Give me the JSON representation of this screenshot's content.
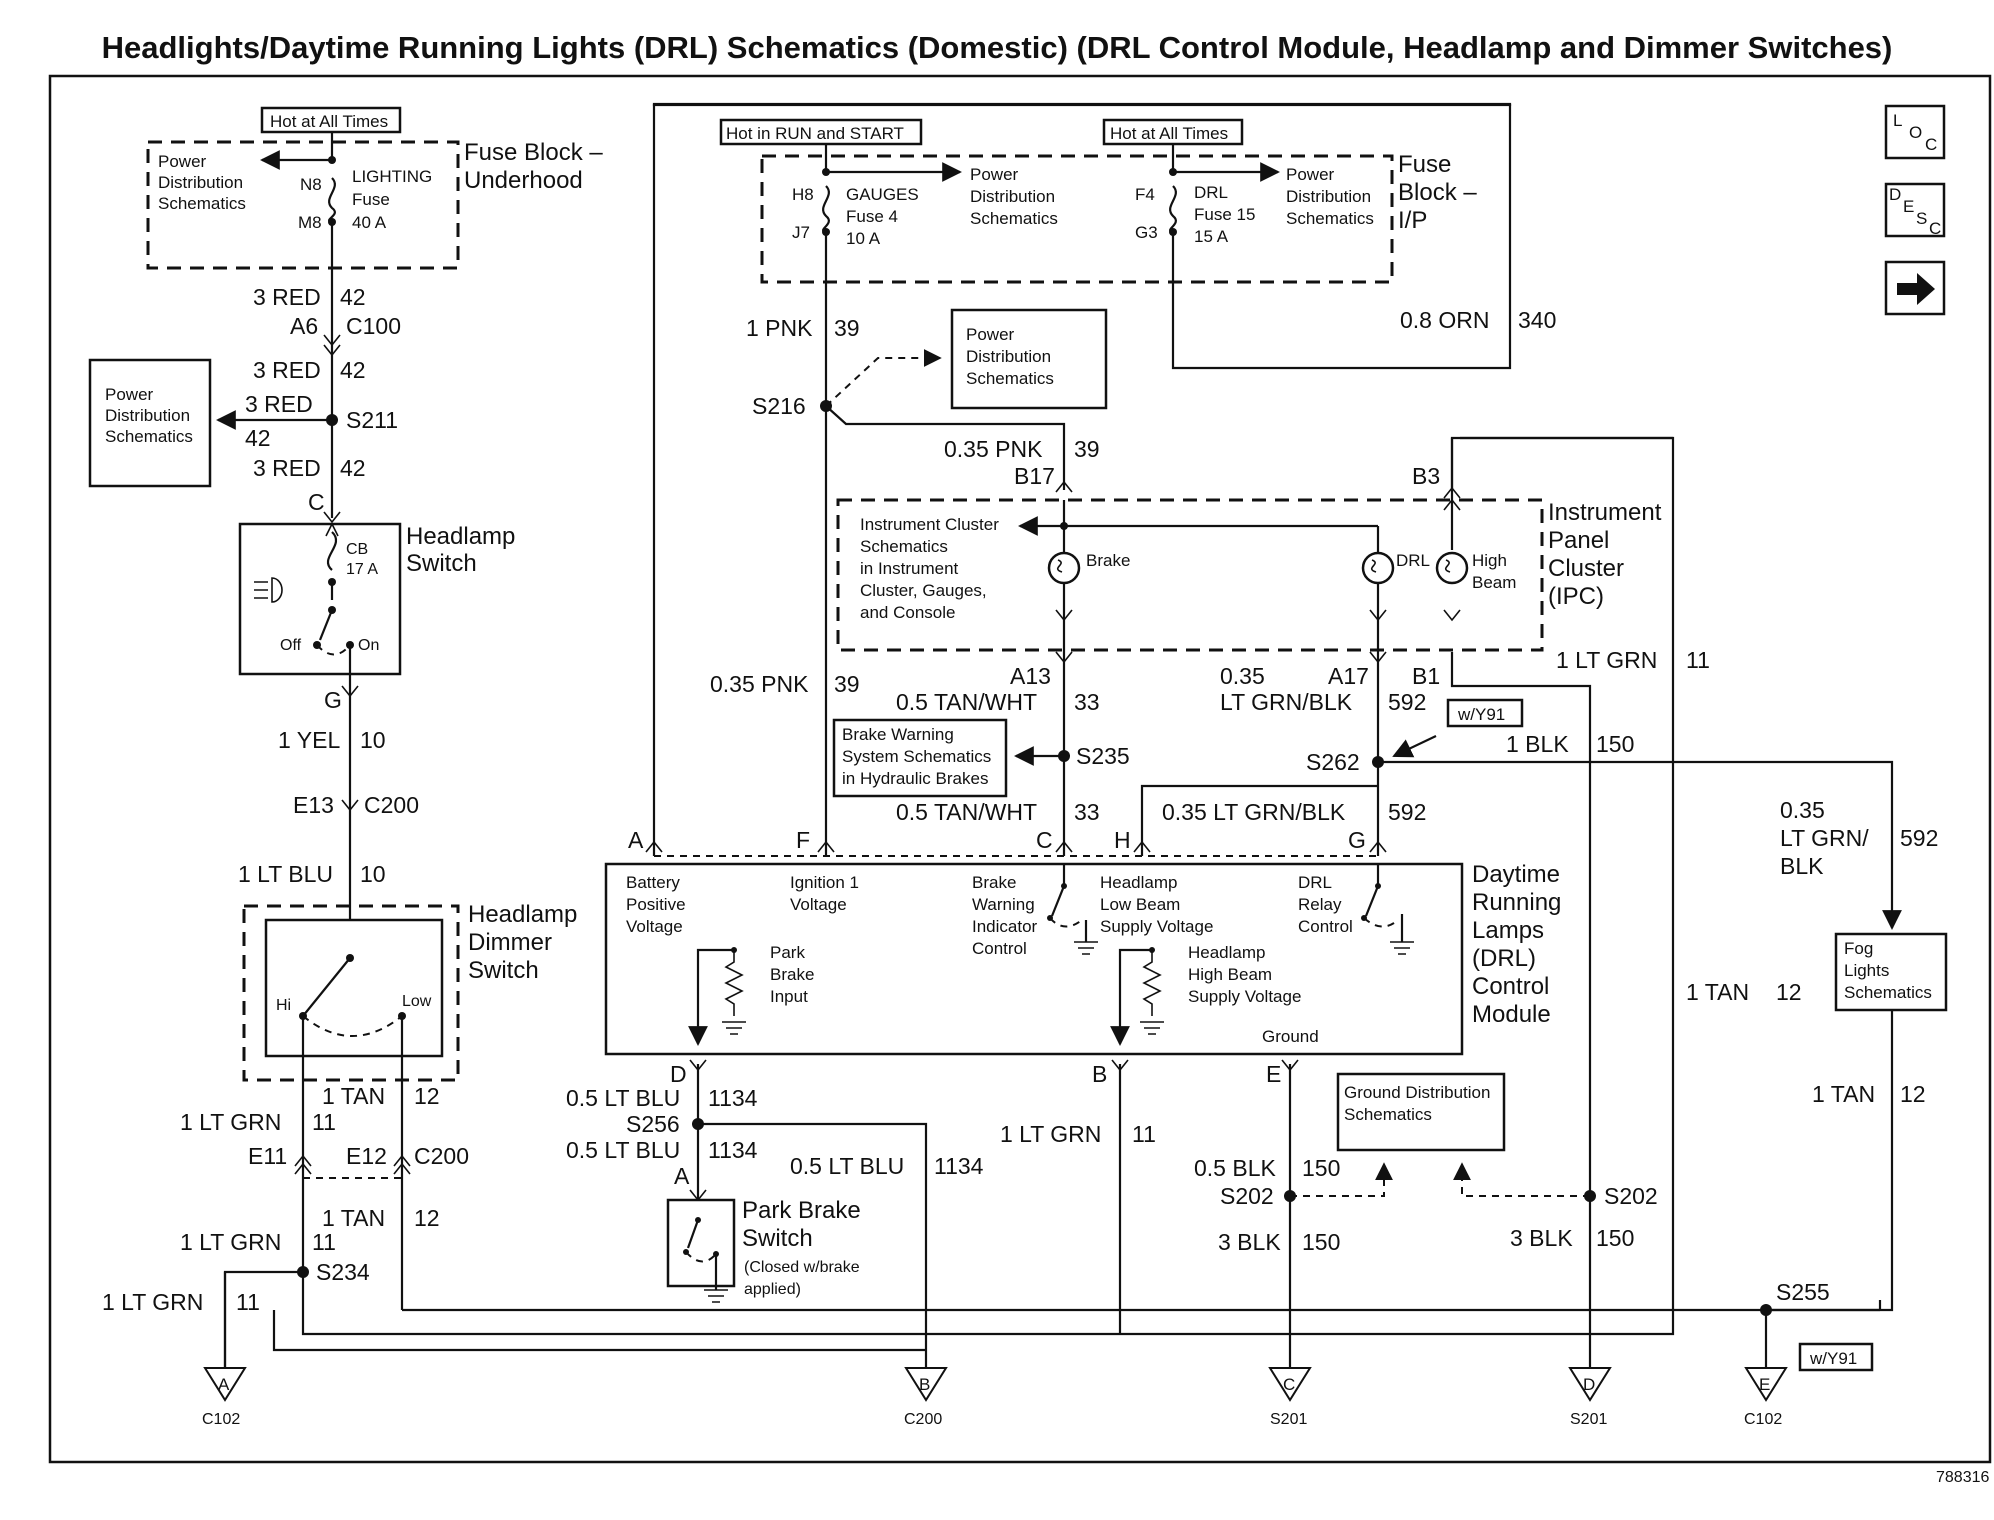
{
  "title": "Headlights/Daytime Running Lights (DRL) Schematics (Domestic) (DRL Control Module, Headlamp and Dimmer Switches)",
  "figure_id": "788316",
  "nav": {
    "loc_icon": "L O C",
    "desc_icon": "D E S C",
    "next_icon": "right-arrow"
  },
  "labels": {
    "hot_all_times": "Hot at All Times",
    "hot_run_start": "Hot in RUN and START",
    "pds": [
      "Power",
      "Distribution",
      "Schematics"
    ],
    "fuse_uh_1": "Fuse Block –",
    "fuse_uh_2": "Underhood",
    "n8": "N8",
    "m8": "M8",
    "lighting_fuse": [
      "LIGHTING",
      "Fuse",
      "40 A"
    ],
    "fuse_ip": [
      "Fuse",
      "Block –",
      "I/P"
    ],
    "h8": "H8",
    "j7": "J7",
    "gauges_fuse": [
      "GAUGES",
      "Fuse 4",
      "10 A"
    ],
    "f4": "F4",
    "g3": "G3",
    "drl_fuse": [
      "DRL",
      "Fuse 15",
      "15 A"
    ],
    "headlamp_switch": [
      "Headlamp",
      "Switch"
    ],
    "cb": [
      "CB",
      "17 A"
    ],
    "off": "Off",
    "on": "On",
    "dimmer": [
      "Headlamp",
      "Dimmer",
      "Switch"
    ],
    "hi": "Hi",
    "low": "Low",
    "ipc": [
      "Instrument",
      "Panel",
      "Cluster",
      "(IPC)"
    ],
    "ics": [
      "Instrument Cluster",
      "Schematics",
      "in Instrument",
      "Cluster, Gauges,",
      "and Console"
    ],
    "brake": "Brake",
    "drl": "DRL",
    "high_beam": [
      "High",
      "Beam"
    ],
    "bws": [
      "Brake Warning",
      "System Schematics",
      "in Hydraulic Brakes"
    ],
    "drl_module": [
      "Daytime",
      "Running",
      "Lamps",
      "(DRL)",
      "Control",
      "Module"
    ],
    "bpv": [
      "Battery",
      "Positive",
      "Voltage"
    ],
    "ign": [
      "Ignition 1",
      "Voltage"
    ],
    "bwic": [
      "Brake",
      "Warning",
      "Indicator",
      "Control"
    ],
    "hlb": [
      "Headlamp",
      "Low Beam",
      "Supply Voltage"
    ],
    "drc": [
      "DRL",
      "Relay",
      "Control"
    ],
    "pbi": [
      "Park",
      "Brake",
      "Input"
    ],
    "hhb": [
      "Headlamp",
      "High Beam",
      "Supply Voltage"
    ],
    "ground": "Ground",
    "pbs": [
      "Park Brake",
      "Switch",
      "(Closed w/brake",
      "applied)"
    ],
    "gds": [
      "Ground Distribution",
      "Schematics"
    ],
    "fog": [
      "Fog",
      "Lights",
      "Schematics"
    ],
    "wy91": "w/Y91"
  },
  "connectors": {
    "a6": "A6",
    "c100": "C100",
    "c": "C",
    "g": "G",
    "e13": "E13",
    "c200": "C200",
    "e11": "E11",
    "e12": "E12",
    "b17": "B17",
    "b3": "B3",
    "a13": "A13",
    "a17": "A17",
    "b1": "B1",
    "m_a": "A",
    "m_f": "F",
    "m_c": "C",
    "m_h": "H",
    "m_g": "G",
    "m_d": "D",
    "m_b": "B",
    "m_e": "E",
    "pb_a": "A"
  },
  "splices": {
    "s211": "S211",
    "s216": "S216",
    "s234": "S234",
    "s235": "S235",
    "s262": "S262",
    "s256": "S256",
    "s202a": "S202",
    "s202b": "S202",
    "s255": "S255"
  },
  "wires": {
    "w1a": "3 RED",
    "w1b": "42",
    "w2a": "3 RED",
    "w2b": "42",
    "w3a": "3 RED",
    "w3b": "42",
    "w4a": "3 RED",
    "w4b": "42",
    "w5a": "1 YEL",
    "w5b": "10",
    "w6a": "1 LT BLU",
    "w6b": "10",
    "w7a": "1 TAN",
    "w7b": "12",
    "w8a": "1 LT GRN",
    "w8b": "11",
    "w9a": "1 TAN",
    "w9b": "12",
    "w10a": "1 LT GRN",
    "w10b": "11",
    "w11a": "1 LT GRN",
    "w11b": "11",
    "w12a": "1 PNK",
    "w12b": "39",
    "w13a": "0.35 PNK",
    "w13b": "39",
    "w14a": "0.35 PNK",
    "w14b": "39",
    "w15a": "0.5 TAN/WHT",
    "w15b": "33",
    "w16a": "0.5 TAN/WHT",
    "w16b": "33",
    "w17a": "0.35",
    "w17c": "LT GRN/BLK",
    "w17b": "592",
    "w18a": "0.35 LT GRN/BLK",
    "w18b": "592",
    "w19a": "0.8 ORN",
    "w19b": "340",
    "w20a": "1 LT GRN",
    "w20b": "11",
    "w21a": "1 BLK",
    "w21b": "150",
    "w22a": "0.35",
    "w22c": "LT GRN/",
    "w22d": "BLK",
    "w22b": "592",
    "w23a": "1 TAN",
    "w23b": "12",
    "w24a": "1 TAN",
    "w24b": "12",
    "w25a": "0.5 LT BLU",
    "w25b": "1134",
    "w26a": "0.5 LT BLU",
    "w26b": "1134",
    "w27a": "0.5 LT BLU",
    "w27b": "1134",
    "w28a": "1 LT GRN",
    "w28b": "11",
    "w29a": "0.5 BLK",
    "w29b": "150",
    "w30a": "3 BLK",
    "w30b": "150",
    "w31a": "3 BLK",
    "w31b": "150"
  },
  "grounds": [
    {
      "id": "A",
      "ref": "C102"
    },
    {
      "id": "B",
      "ref": "C200"
    },
    {
      "id": "C",
      "ref": "S201"
    },
    {
      "id": "D",
      "ref": "S201"
    },
    {
      "id": "E",
      "ref": "C102"
    }
  ]
}
